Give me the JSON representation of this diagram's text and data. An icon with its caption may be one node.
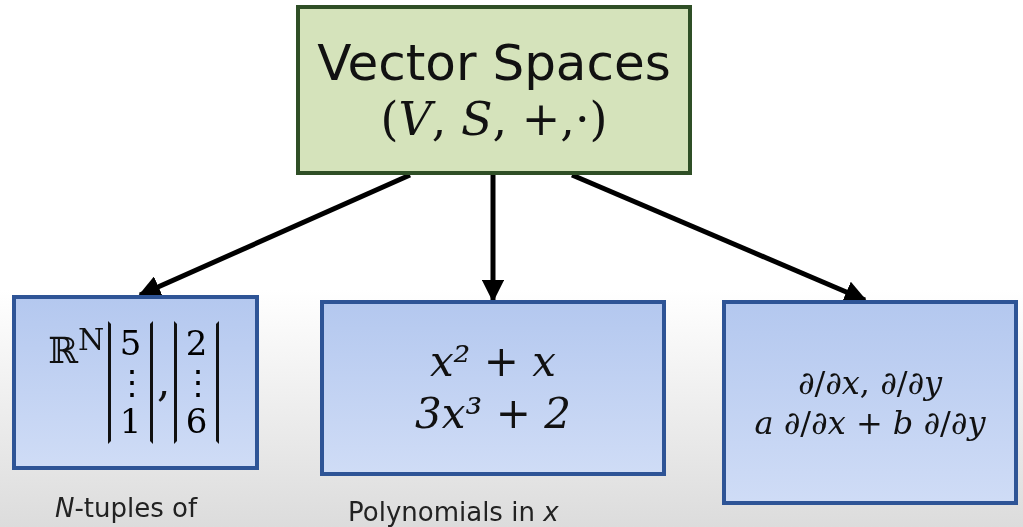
{
  "diagram": {
    "nodes": [
      {
        "text": [
          "Vector Spaces",
          "(*V*, *S*, +,·)"
        ]
      },
      {
        "text": [
          "ℝ$^{N}$",
          "5 ⋮ 1",
          ",",
          "2 ⋮ 6"
        ],
        "beside": [
          "*N*-tuples of"
        ]
      },
      {
        "text": [
          "x² + x",
          "3x³ + 2"
        ],
        "beside": [
          "Polynomials in *x*"
        ]
      },
      {
        "text": [
          "∂/∂*x*, ∂/∂*y*",
          "*a* ∂/∂*x* + *b* ∂/∂*y*"
        ]
      }
    ],
    "edges": [
      {
        "from": 0,
        "to": 1,
        "arrow": "to"
      },
      {
        "from": 0,
        "to": 2,
        "arrow": "to"
      },
      {
        "from": 0,
        "to": 3,
        "arrow": "to"
      }
    ]
  }
}
